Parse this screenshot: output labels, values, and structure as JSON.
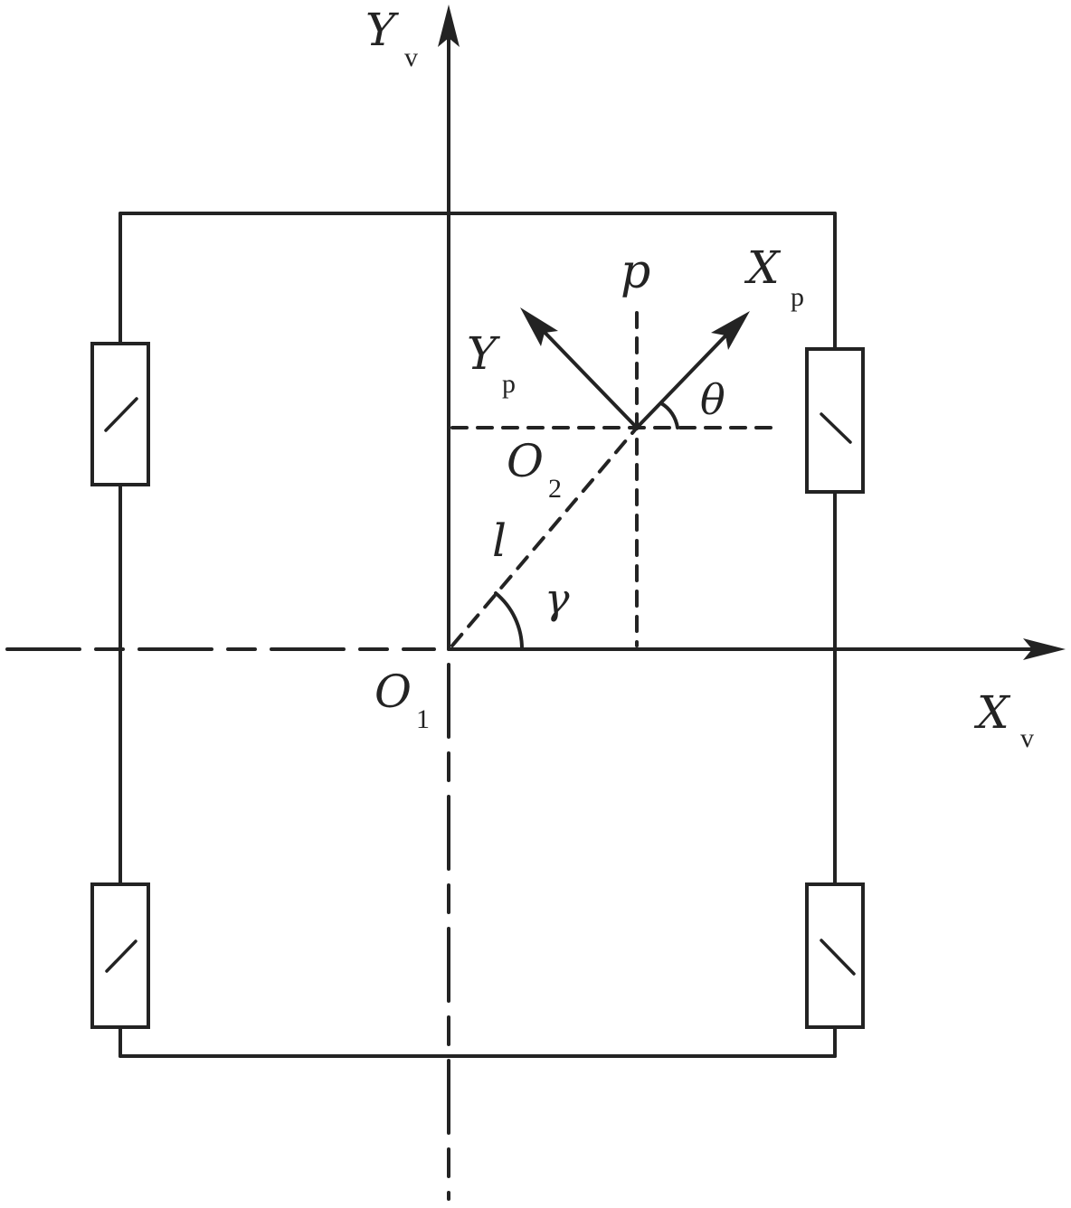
{
  "diagram": {
    "type": "vehicle-coordinate-frame",
    "colors": {
      "stroke": "#232323",
      "background": "#ffffff"
    },
    "labels": {
      "yv": {
        "main": "Y",
        "sub": "v"
      },
      "xv": {
        "main": "X",
        "sub": "v"
      },
      "yp": {
        "main": "Y",
        "sub": "p"
      },
      "xp": {
        "main": "X",
        "sub": "p"
      },
      "o1": {
        "main": "O",
        "sub": "1"
      },
      "o2": {
        "main": "O",
        "sub": "2"
      },
      "p": "p",
      "l": "l",
      "gamma": "γ",
      "theta": "θ"
    },
    "wheels": [
      {
        "position": "front-left",
        "roller": "/"
      },
      {
        "position": "front-right",
        "roller": "\\"
      },
      {
        "position": "rear-left",
        "roller": "/"
      },
      {
        "position": "rear-right",
        "roller": "\\"
      }
    ]
  }
}
